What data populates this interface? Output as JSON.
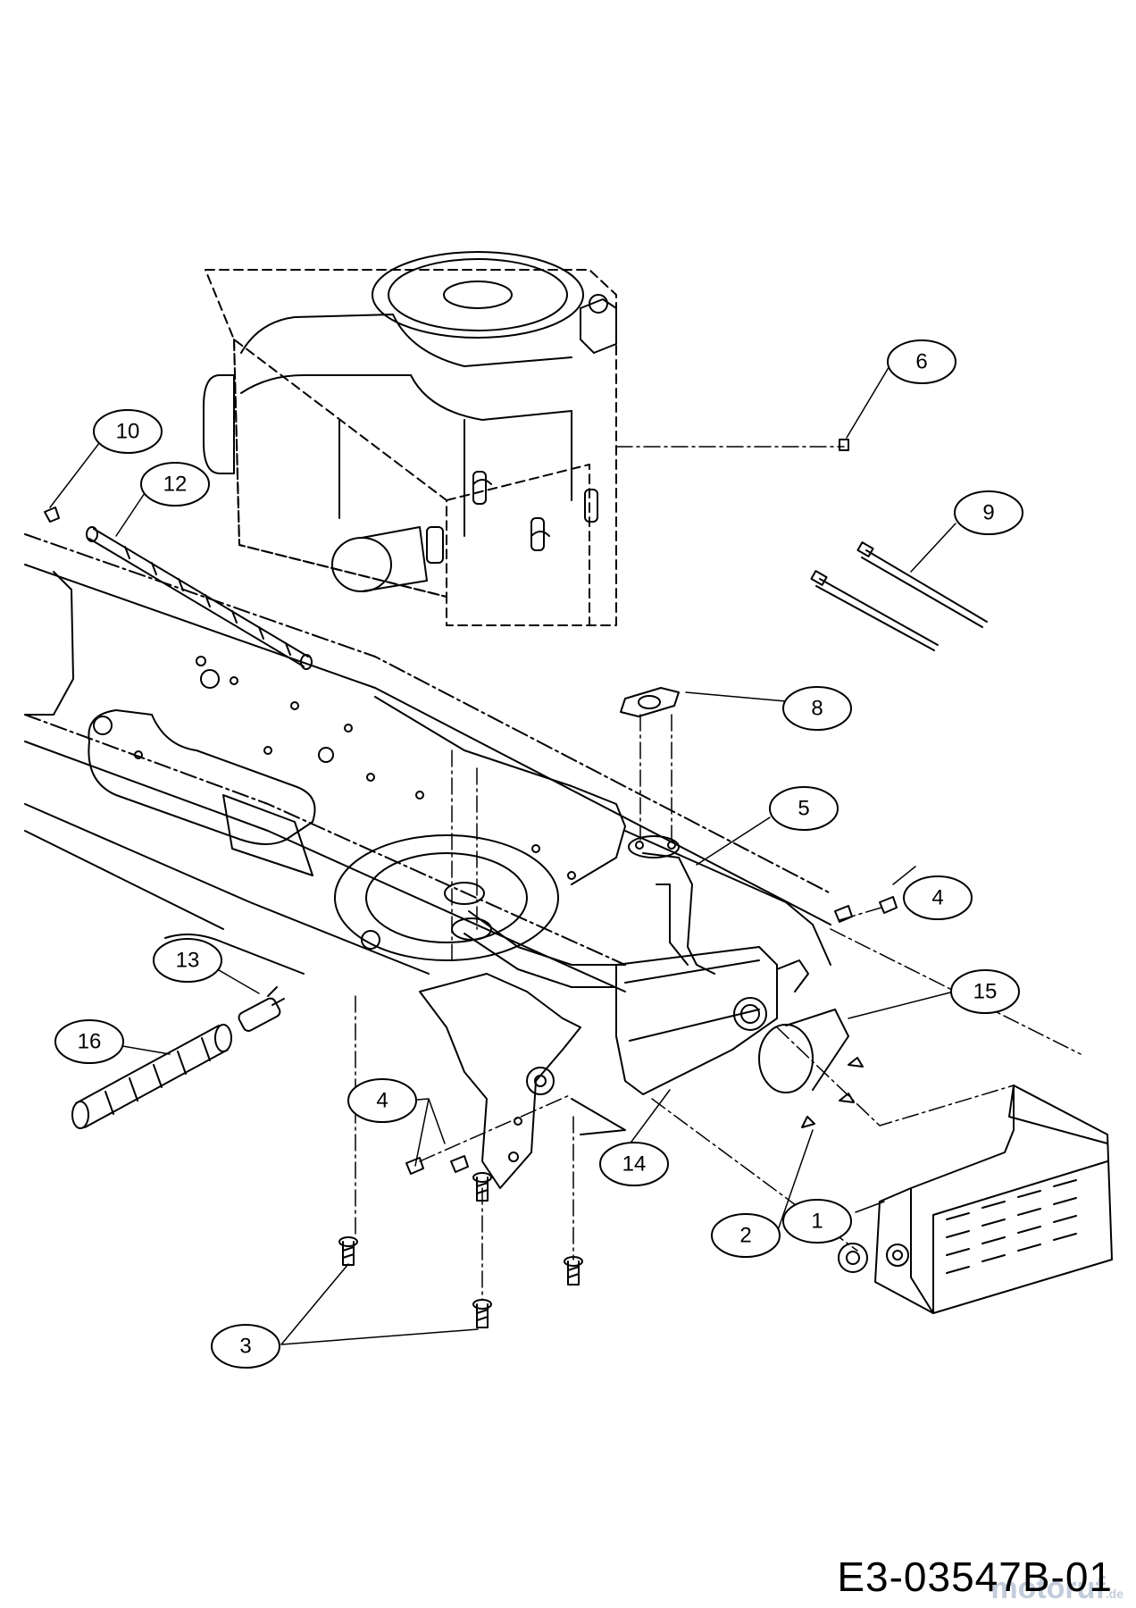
{
  "diagram": {
    "drawing_code": "E3-03547B-01",
    "watermark": {
      "name": "motoruf",
      "suffix": ".de"
    },
    "callouts": [
      {
        "id": "callout-1",
        "label": "1"
      },
      {
        "id": "callout-2",
        "label": "2"
      },
      {
        "id": "callout-3",
        "label": "3"
      },
      {
        "id": "callout-4a",
        "label": "4"
      },
      {
        "id": "callout-4b",
        "label": "4"
      },
      {
        "id": "callout-5",
        "label": "5"
      },
      {
        "id": "callout-6",
        "label": "6"
      },
      {
        "id": "callout-8",
        "label": "8"
      },
      {
        "id": "callout-9",
        "label": "9"
      },
      {
        "id": "callout-10",
        "label": "10"
      },
      {
        "id": "callout-12",
        "label": "12"
      },
      {
        "id": "callout-13",
        "label": "13"
      },
      {
        "id": "callout-14",
        "label": "14"
      },
      {
        "id": "callout-15",
        "label": "15"
      },
      {
        "id": "callout-16",
        "label": "16"
      }
    ]
  }
}
